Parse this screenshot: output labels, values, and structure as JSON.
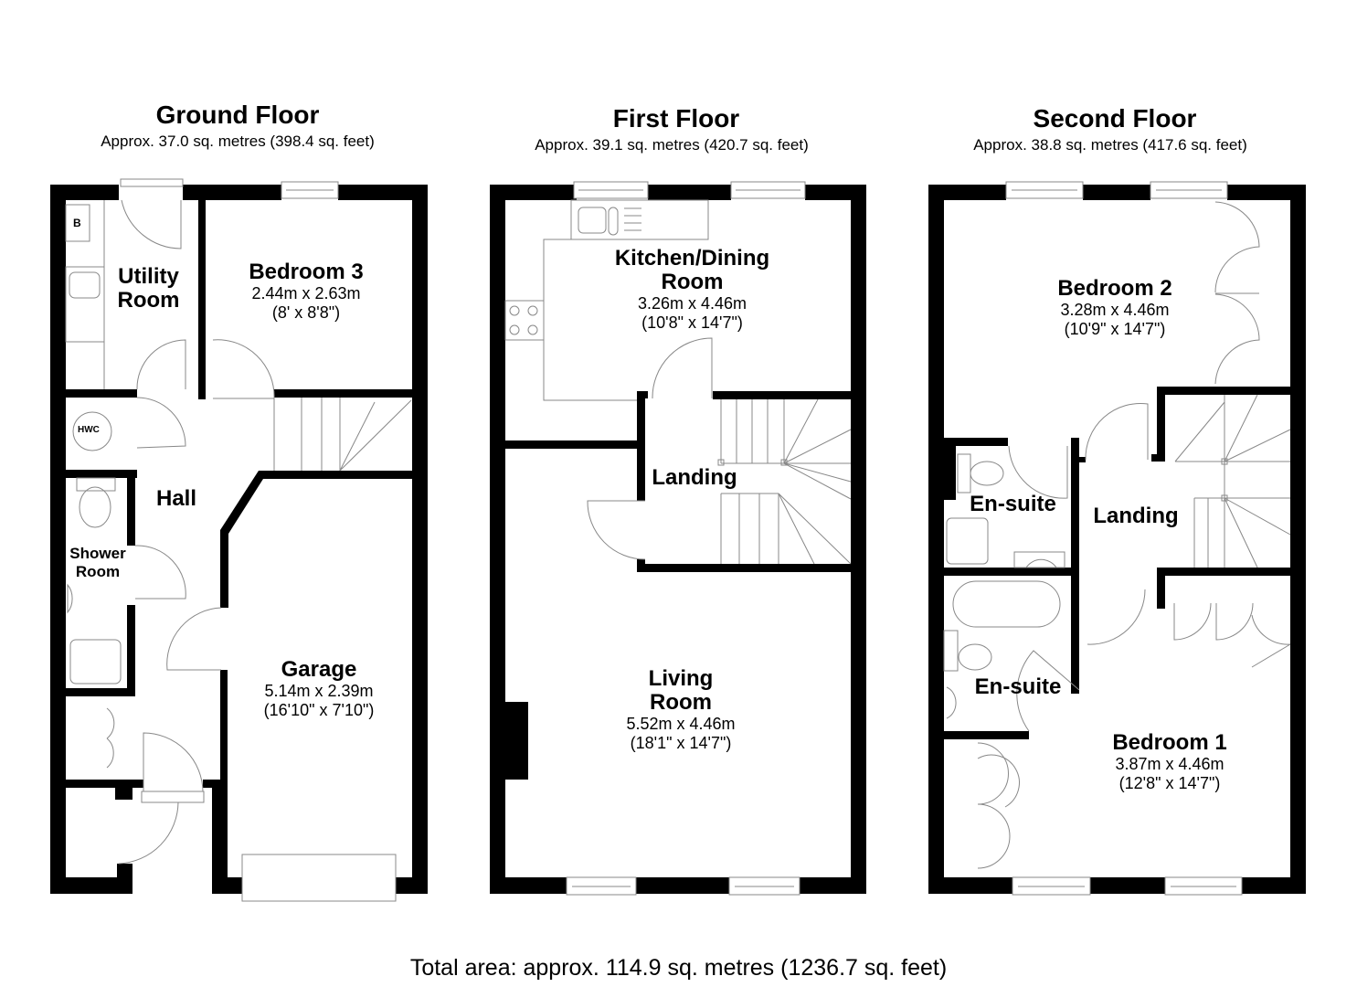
{
  "floors": [
    {
      "title": "Ground Floor",
      "area": "Approx. 37.0 sq. metres (398.4 sq. feet)",
      "rooms": [
        {
          "name": "Utility\nRoom",
          "name_l1": "Utility",
          "name_l2": "Room"
        },
        {
          "name_l1": "Bedroom 3",
          "dim_m": "2.44m x 2.63m",
          "dim_ft": "(8' x 8'8\")"
        },
        {
          "name_l1": "Hall"
        },
        {
          "name_l1": "Shower",
          "name_l2": "Room"
        },
        {
          "name_l1": "Garage",
          "dim_m": "5.14m x 2.39m",
          "dim_ft": "(16'10\" x 7'10\")"
        }
      ],
      "fixtures": {
        "boiler": "B",
        "hot_water_cylinder": "HWC"
      }
    },
    {
      "title": "First Floor",
      "area": "Approx. 39.1 sq. metres (420.7 sq. feet)",
      "rooms": [
        {
          "name_l1": "Kitchen/Dining",
          "name_l2": "Room",
          "dim_m": "3.26m x 4.46m",
          "dim_ft": "(10'8\" x 14'7\")"
        },
        {
          "name_l1": "Landing"
        },
        {
          "name_l1": "Living",
          "name_l2": "Room",
          "dim_m": "5.52m x 4.46m",
          "dim_ft": "(18'1\" x 14'7\")"
        }
      ]
    },
    {
      "title": "Second Floor",
      "area": "Approx. 38.8 sq. metres (417.6 sq. feet)",
      "rooms": [
        {
          "name_l1": "Bedroom 2",
          "dim_m": "3.28m x 4.46m",
          "dim_ft": "(10'9\" x 14'7\")"
        },
        {
          "name_l1": "En-suite"
        },
        {
          "name_l1": "Landing"
        },
        {
          "name_l1": "En-suite"
        },
        {
          "name_l1": "Bedroom 1",
          "dim_m": "3.87m x 4.46m",
          "dim_ft": "(12'8\" x 14'7\")"
        }
      ]
    }
  ],
  "total_area": "Total area: approx. 114.9 sq. metres (1236.7 sq. feet)",
  "colors": {
    "wall": "#000000",
    "fixture_line": "#888888",
    "background": "#ffffff"
  }
}
